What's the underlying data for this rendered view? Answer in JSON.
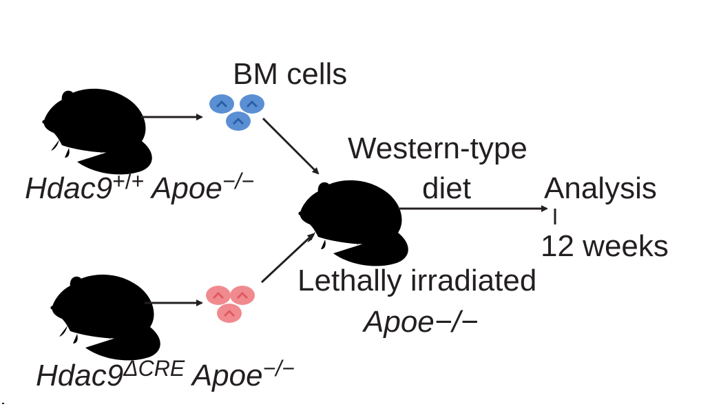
{
  "labels": {
    "bm_cells": "BM cells",
    "donor_wt_gene": "Hdac9",
    "donor_wt_sup": "+/+",
    "donor_wt_apoe": "Apoe",
    "donor_wt_apoe_sup": "−/−",
    "donor_ko_gene": "Hdac9",
    "donor_ko_sup": "ΔCRE",
    "donor_ko_apoe": "Apoe",
    "donor_ko_apoe_sup": "−/−",
    "diet_line1": "Western-type",
    "diet_line2": "diet",
    "analysis": "Analysis",
    "duration": "12 weeks",
    "recipient_line1": "Lethally irradiated",
    "recipient_line2": "Apoe−/−"
  },
  "colors": {
    "ink": "#231f20",
    "bm_cells_wt": "#5b8fd3",
    "bm_cells_wt_mark": "#2a5fa8",
    "bm_cells_ko": "#f08a8e",
    "bm_cells_ko_mark": "#e05a62"
  },
  "icons": [
    "mouse-icon",
    "bm-cell-cluster-icon",
    "arrow-icon"
  ]
}
